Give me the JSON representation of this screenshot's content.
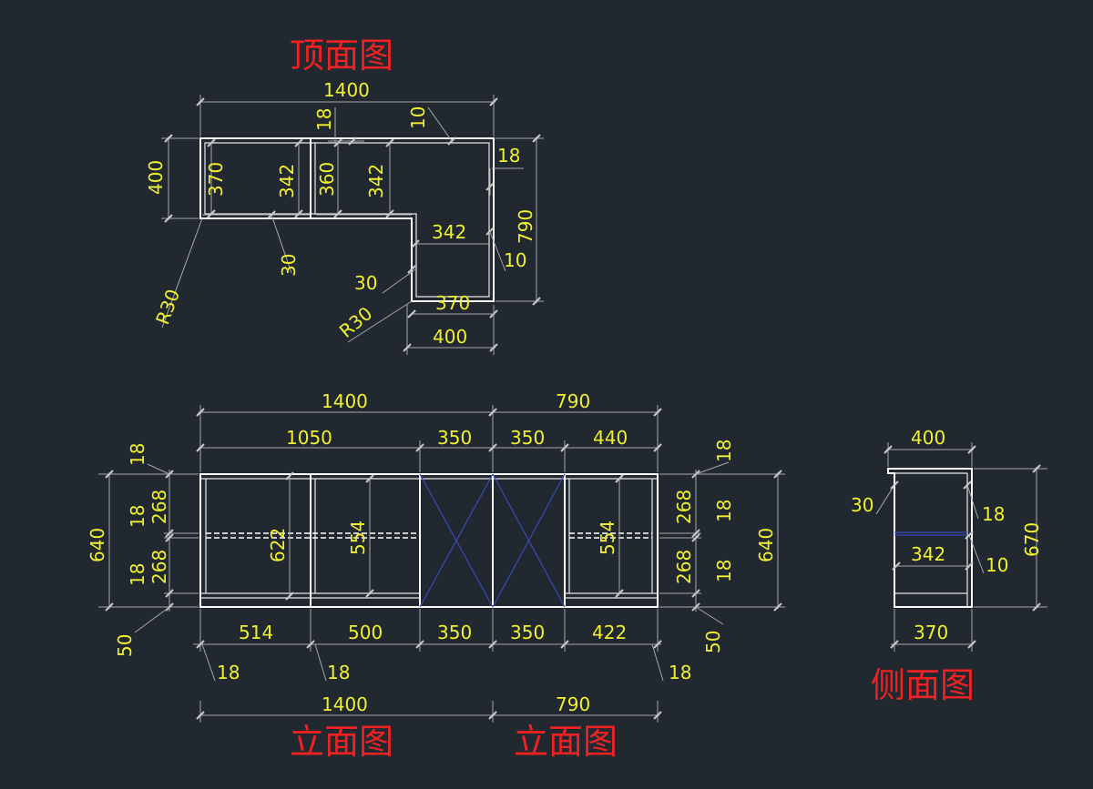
{
  "titles": {
    "top_view": "顶面图",
    "elevation_left": "立面图",
    "elevation_right": "立面图",
    "side_view": "侧面图"
  },
  "top_view": {
    "overall_width": "1400",
    "left_depth": "400",
    "right_depth": "790",
    "panel_18": "18",
    "panel_10_top": "10",
    "inner_370": "370",
    "inner_342_a": "342",
    "inner_360": "360",
    "inner_342_b": "342",
    "right_18": "18",
    "inner_342_c": "342",
    "right_10": "10",
    "corner_30_a": "30",
    "corner_30_b": "30",
    "radius_a": "R30",
    "radius_b": "R30",
    "bottom_370": "370",
    "bottom_400": "400"
  },
  "elevation": {
    "total_left": "1400",
    "total_right": "790",
    "seg_top": [
      "1050",
      "350",
      "350",
      "440"
    ],
    "seg_bottom": [
      "514",
      "500",
      "350",
      "350",
      "422"
    ],
    "bottom_total_left": "1400",
    "bottom_total_right": "790",
    "height_left": "640",
    "height_right": "640",
    "left_stack": [
      "18",
      "18",
      "18"
    ],
    "left_268": [
      "268",
      "268"
    ],
    "right_stack": [
      "18",
      "18",
      "18"
    ],
    "right_268": [
      "268",
      "268"
    ],
    "left_plinth": "50",
    "right_plinth": "50",
    "inner_622": "622",
    "inner_554_a": "554",
    "inner_554_b": "554",
    "panel_18": [
      "18",
      "18",
      "18"
    ]
  },
  "side_view": {
    "top_width": "400",
    "bottom_width": "370",
    "height": "670",
    "corner_30": "30",
    "panel_18": "18",
    "inner_342": "342",
    "inner_10": "10"
  }
}
